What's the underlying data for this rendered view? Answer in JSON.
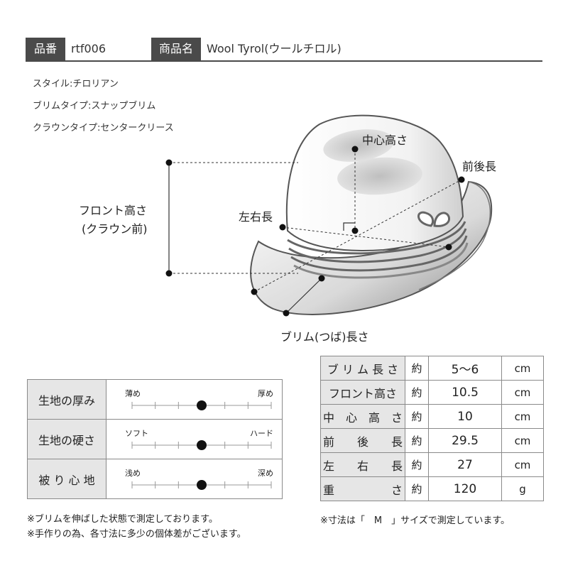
{
  "header": {
    "code_label": "品番",
    "code_value": "rtf006",
    "name_label": "商品名",
    "name_value": "Wool Tyrol(ウールチロル)"
  },
  "specs": [
    "スタイル:チロリアン",
    "ブリムタイプ:スナップブリム",
    "クラウンタイプ:センタークリース"
  ],
  "diagram": {
    "front_height_line1": "フロント高さ",
    "front_height_line2": "(クラウン前)",
    "center_height": "中心高さ",
    "front_back_length": "前後長",
    "side_length": "左右長",
    "brim_length": "ブリム(つば)長さ"
  },
  "feel": [
    {
      "label": "生地の厚み",
      "left": "薄め",
      "right": "厚め",
      "level": 0.5
    },
    {
      "label": "生地の硬さ",
      "left": "ソフト",
      "right": "ハード",
      "level": 0.5
    },
    {
      "label": "被 り 心 地",
      "left": "浅め",
      "right": "深め",
      "level": 0.5
    }
  ],
  "sizes": [
    {
      "label": "ブ リ ム 長 さ",
      "approx": "約",
      "value": "5～6",
      "unit": "cm"
    },
    {
      "label": "フロント高さ",
      "approx": "約",
      "value": "10.5",
      "unit": "cm"
    },
    {
      "label": "中　心　高　さ",
      "approx": "約",
      "value": "10",
      "unit": "cm"
    },
    {
      "label": "前　　後　　長",
      "approx": "約",
      "value": "29.5",
      "unit": "cm"
    },
    {
      "label": "左　　右　　長",
      "approx": "約",
      "value": "27",
      "unit": "cm"
    },
    {
      "label": "重　　　　　さ",
      "approx": "約",
      "value": "120",
      "unit": "g"
    }
  ],
  "notes": {
    "note1": "※ブリムを伸ばした状態で測定しております。",
    "note2": "※手作りの為、各寸法に多少の個体差がございます。",
    "note3": "※寸法は「　M　」サイズで測定しています。"
  }
}
